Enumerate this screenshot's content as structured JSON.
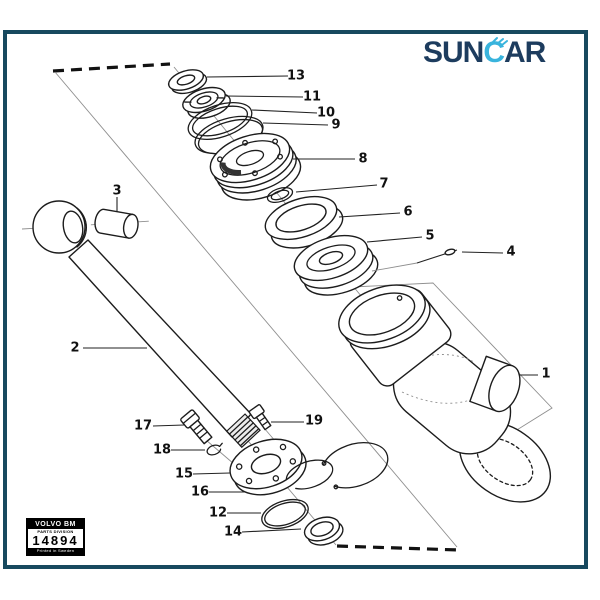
{
  "frame": {
    "color": "#17495f"
  },
  "logo": {
    "text_left": "SUN",
    "text_mid": "C",
    "text_right": "AR",
    "navy": "#1d3c5e",
    "cyan": "#39b4dd"
  },
  "plate": {
    "brand": "VOLVO BM",
    "subtitle": "PARTS DIVISION",
    "number": "14894",
    "footer": "Printed in Sweden"
  },
  "diagram": {
    "type": "exploded-parts-diagram",
    "callouts": {
      "n1": "1",
      "n2": "2",
      "n3": "3",
      "n4": "4",
      "n5": "5",
      "n6": "6",
      "n7": "7",
      "n8": "8",
      "n9": "9",
      "n10": "10",
      "n11": "11",
      "n12": "12",
      "n13": "13",
      "n14": "14",
      "n15": "15",
      "n16": "16",
      "n17": "17",
      "n18": "18",
      "n19": "19"
    }
  }
}
